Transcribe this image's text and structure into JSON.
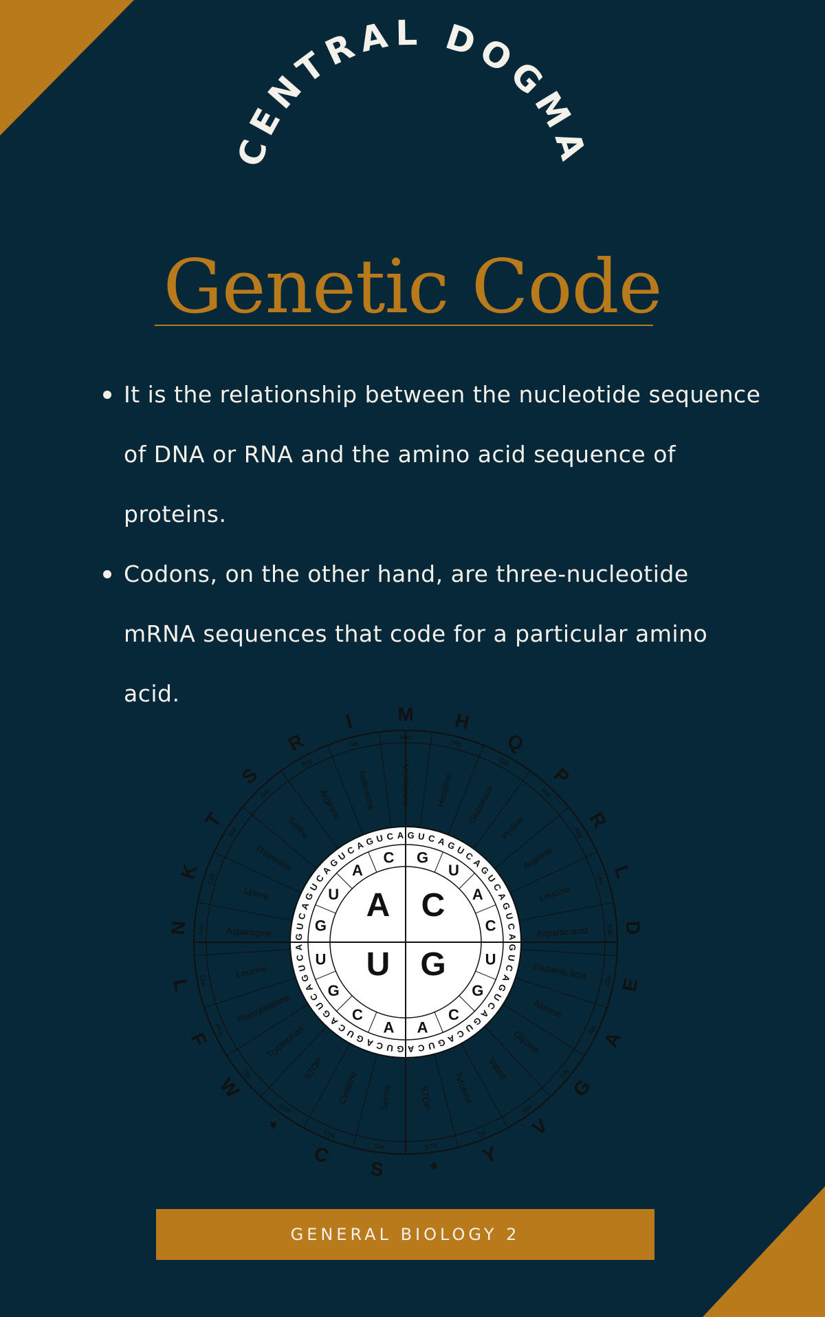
{
  "header": {
    "arc_title": "CENTRAL DOGMA",
    "title": "Genetic Code"
  },
  "bullets": [
    "It is the relationship between the nucleotide sequence of DNA or RNA and the amino acid sequence of proteins.",
    "Codons, on the other hand, are three-nucleotide mRNA sequences that code for a particular amino acid."
  ],
  "footer": {
    "label": "GENERAL BIOLOGY 2"
  },
  "colors": {
    "background": "#062838",
    "accent": "#B87A1B",
    "text": "#F3F1EA"
  },
  "codon_wheel": {
    "center": [
      "A",
      "C",
      "U",
      "G"
    ],
    "second_ring": [
      [
        "G",
        "U",
        "A",
        "C"
      ],
      [
        "G",
        "U",
        "A",
        "C"
      ],
      [
        "A",
        "C",
        "G",
        "U"
      ],
      [
        "U",
        "G",
        "C",
        "A"
      ]
    ],
    "third_ring": [
      "GUCA",
      "GUCA",
      "GUCA",
      "GUCA",
      "GUCA",
      "GUCA",
      "GUCA",
      "GUCA",
      "GUCA",
      "GUCA",
      "GUCA",
      "GUCA",
      "GUCA",
      "GUCA",
      "GUCA",
      "GUCA"
    ],
    "amino_acids": [
      {
        "name": "Methionine",
        "abbr": "Met",
        "letter": "M"
      },
      {
        "name": "Histidine",
        "abbr": "His",
        "letter": "H"
      },
      {
        "name": "Glutamine",
        "abbr": "Gln",
        "letter": "Q"
      },
      {
        "name": "Proline",
        "abbr": "Pro",
        "letter": "P"
      },
      {
        "name": "Arginine",
        "abbr": "Arg",
        "letter": "R"
      },
      {
        "name": "Leucine",
        "abbr": "Leu",
        "letter": "L"
      },
      {
        "name": "Aspartic acid",
        "abbr": "Asp",
        "letter": "D"
      },
      {
        "name": "Glutamic acid",
        "abbr": "Glu",
        "letter": "E"
      },
      {
        "name": "Alanine",
        "abbr": "Ala",
        "letter": "A"
      },
      {
        "name": "Glycine",
        "abbr": "Gly",
        "letter": "G"
      },
      {
        "name": "Valine",
        "abbr": "Val",
        "letter": "V"
      },
      {
        "name": "Tyrosine",
        "abbr": "Tyr",
        "letter": "Y"
      },
      {
        "name": "STOP",
        "abbr": "STP",
        "letter": "*"
      },
      {
        "name": "Serine",
        "abbr": "Ser",
        "letter": "S"
      },
      {
        "name": "Cysteine",
        "abbr": "Cys",
        "letter": "C"
      },
      {
        "name": "STOP",
        "abbr": "STP",
        "letter": "*"
      },
      {
        "name": "Tryptophan",
        "abbr": "Trp",
        "letter": "W"
      },
      {
        "name": "Phenylalanine",
        "abbr": "Phe",
        "letter": "F"
      },
      {
        "name": "Leucine",
        "abbr": "Leu",
        "letter": "L"
      },
      {
        "name": "Asparagine",
        "abbr": "Asn",
        "letter": "N"
      },
      {
        "name": "Lysine",
        "abbr": "Lys",
        "letter": "K"
      },
      {
        "name": "Threonine",
        "abbr": "Thr",
        "letter": "T"
      },
      {
        "name": "Serine",
        "abbr": "Ser",
        "letter": "S"
      },
      {
        "name": "Arginine",
        "abbr": "Arg",
        "letter": "R"
      },
      {
        "name": "Isoleucine",
        "abbr": "Ile",
        "letter": "I"
      }
    ]
  }
}
